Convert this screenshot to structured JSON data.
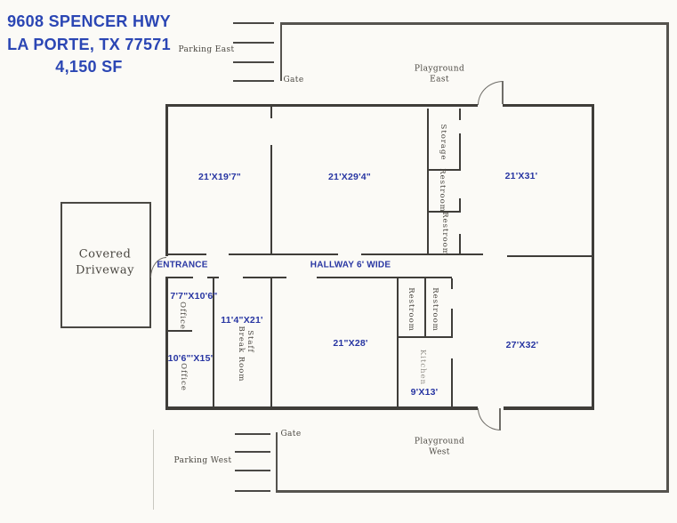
{
  "header": {
    "line1": "9608 SPENCER HWY",
    "line2": "LA PORTE, TX 77571",
    "line3": "4,150 SF"
  },
  "site": {
    "parking_east": "Parking East",
    "gate_top": "Gate",
    "playground_east_line1": "Playground",
    "playground_east_line2": "East",
    "parking_west": "Parking West",
    "gate_bottom": "Gate",
    "playground_west_line1": "Playground",
    "playground_west_line2": "West",
    "covered_driveway_line1": "Covered",
    "covered_driveway_line2": "Driveway"
  },
  "hallway": {
    "entrance": "ENTRANCE",
    "label": "HALLWAY 6' WIDE"
  },
  "rooms": {
    "room_front_left": "21'X19'7\"",
    "room_front_mid": "21'X29'4\"",
    "room_front_right": "21'X31'",
    "office_small": "7'7\"X10'6\"",
    "office_large": "10'6\"'X15'",
    "break_room_dim": "11'4\"X21'",
    "room_back_mid": "21\"X28'",
    "kitchen_dim": "9'X13'",
    "room_back_right": "27'X32'"
  },
  "areas": {
    "storage": "Storage",
    "restroom": "Restroom",
    "office": "Office",
    "staff": "Staff",
    "break_room": "Break Room",
    "kitchen": "Kitchen"
  },
  "colors": {
    "header_blue": "#2b46b4",
    "dimension_blue": "#2735a2",
    "wall_gray": "#3f3d39",
    "fence_gray": "#55534e",
    "background": "#fbfaf6"
  }
}
